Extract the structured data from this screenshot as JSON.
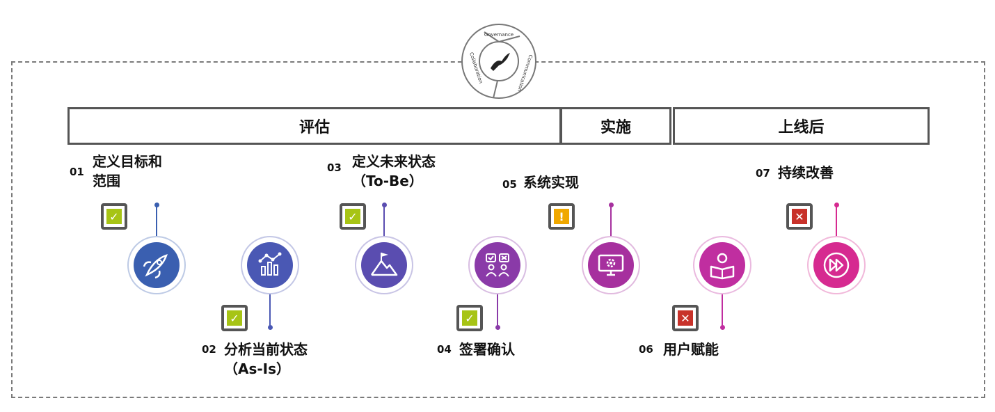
{
  "logo": {
    "words": [
      "Governance",
      "Collaboration",
      "Communication"
    ]
  },
  "phases": [
    {
      "label": "评估"
    },
    {
      "label": "实施"
    },
    {
      "label": "上线后"
    }
  ],
  "steps": [
    {
      "num": "01",
      "title_line1": "定义目标和",
      "title_line2": "范围",
      "icon": "rocket-icon",
      "status": "check",
      "color": "#3a5fb0"
    },
    {
      "num": "02",
      "title_line1": "分析当前状态",
      "title_line2": "（As-Is）",
      "icon": "bar-chart-icon",
      "status": "check",
      "color": "#4a58b4"
    },
    {
      "num": "03",
      "title_line1": "定义未来状态",
      "title_line2": "（To-Be）",
      "icon": "mountain-flag-icon",
      "status": "check",
      "color": "#5a4db0"
    },
    {
      "num": "04",
      "title_line1": "签署确认",
      "title_line2": "",
      "icon": "review-people-icon",
      "status": "check",
      "color": "#8a3aa8"
    },
    {
      "num": "05",
      "title_line1": "系统实现",
      "title_line2": "",
      "icon": "monitor-gear-icon",
      "status": "warning",
      "color": "#a6309e"
    },
    {
      "num": "06",
      "title_line1": "用户赋能",
      "title_line2": "",
      "icon": "reader-person-icon",
      "status": "cross",
      "color": "#c02ea0"
    },
    {
      "num": "07",
      "title_line1": "持续改善",
      "title_line2": "",
      "icon": "fast-forward-icon",
      "status": "cross",
      "color": "#d62a90"
    }
  ],
  "status_marks": {
    "check": "✓",
    "warning": "!",
    "cross": "✕"
  },
  "status_colors": {
    "check": "#a7c415",
    "warning": "#f0a800",
    "cross": "#c8322a"
  }
}
